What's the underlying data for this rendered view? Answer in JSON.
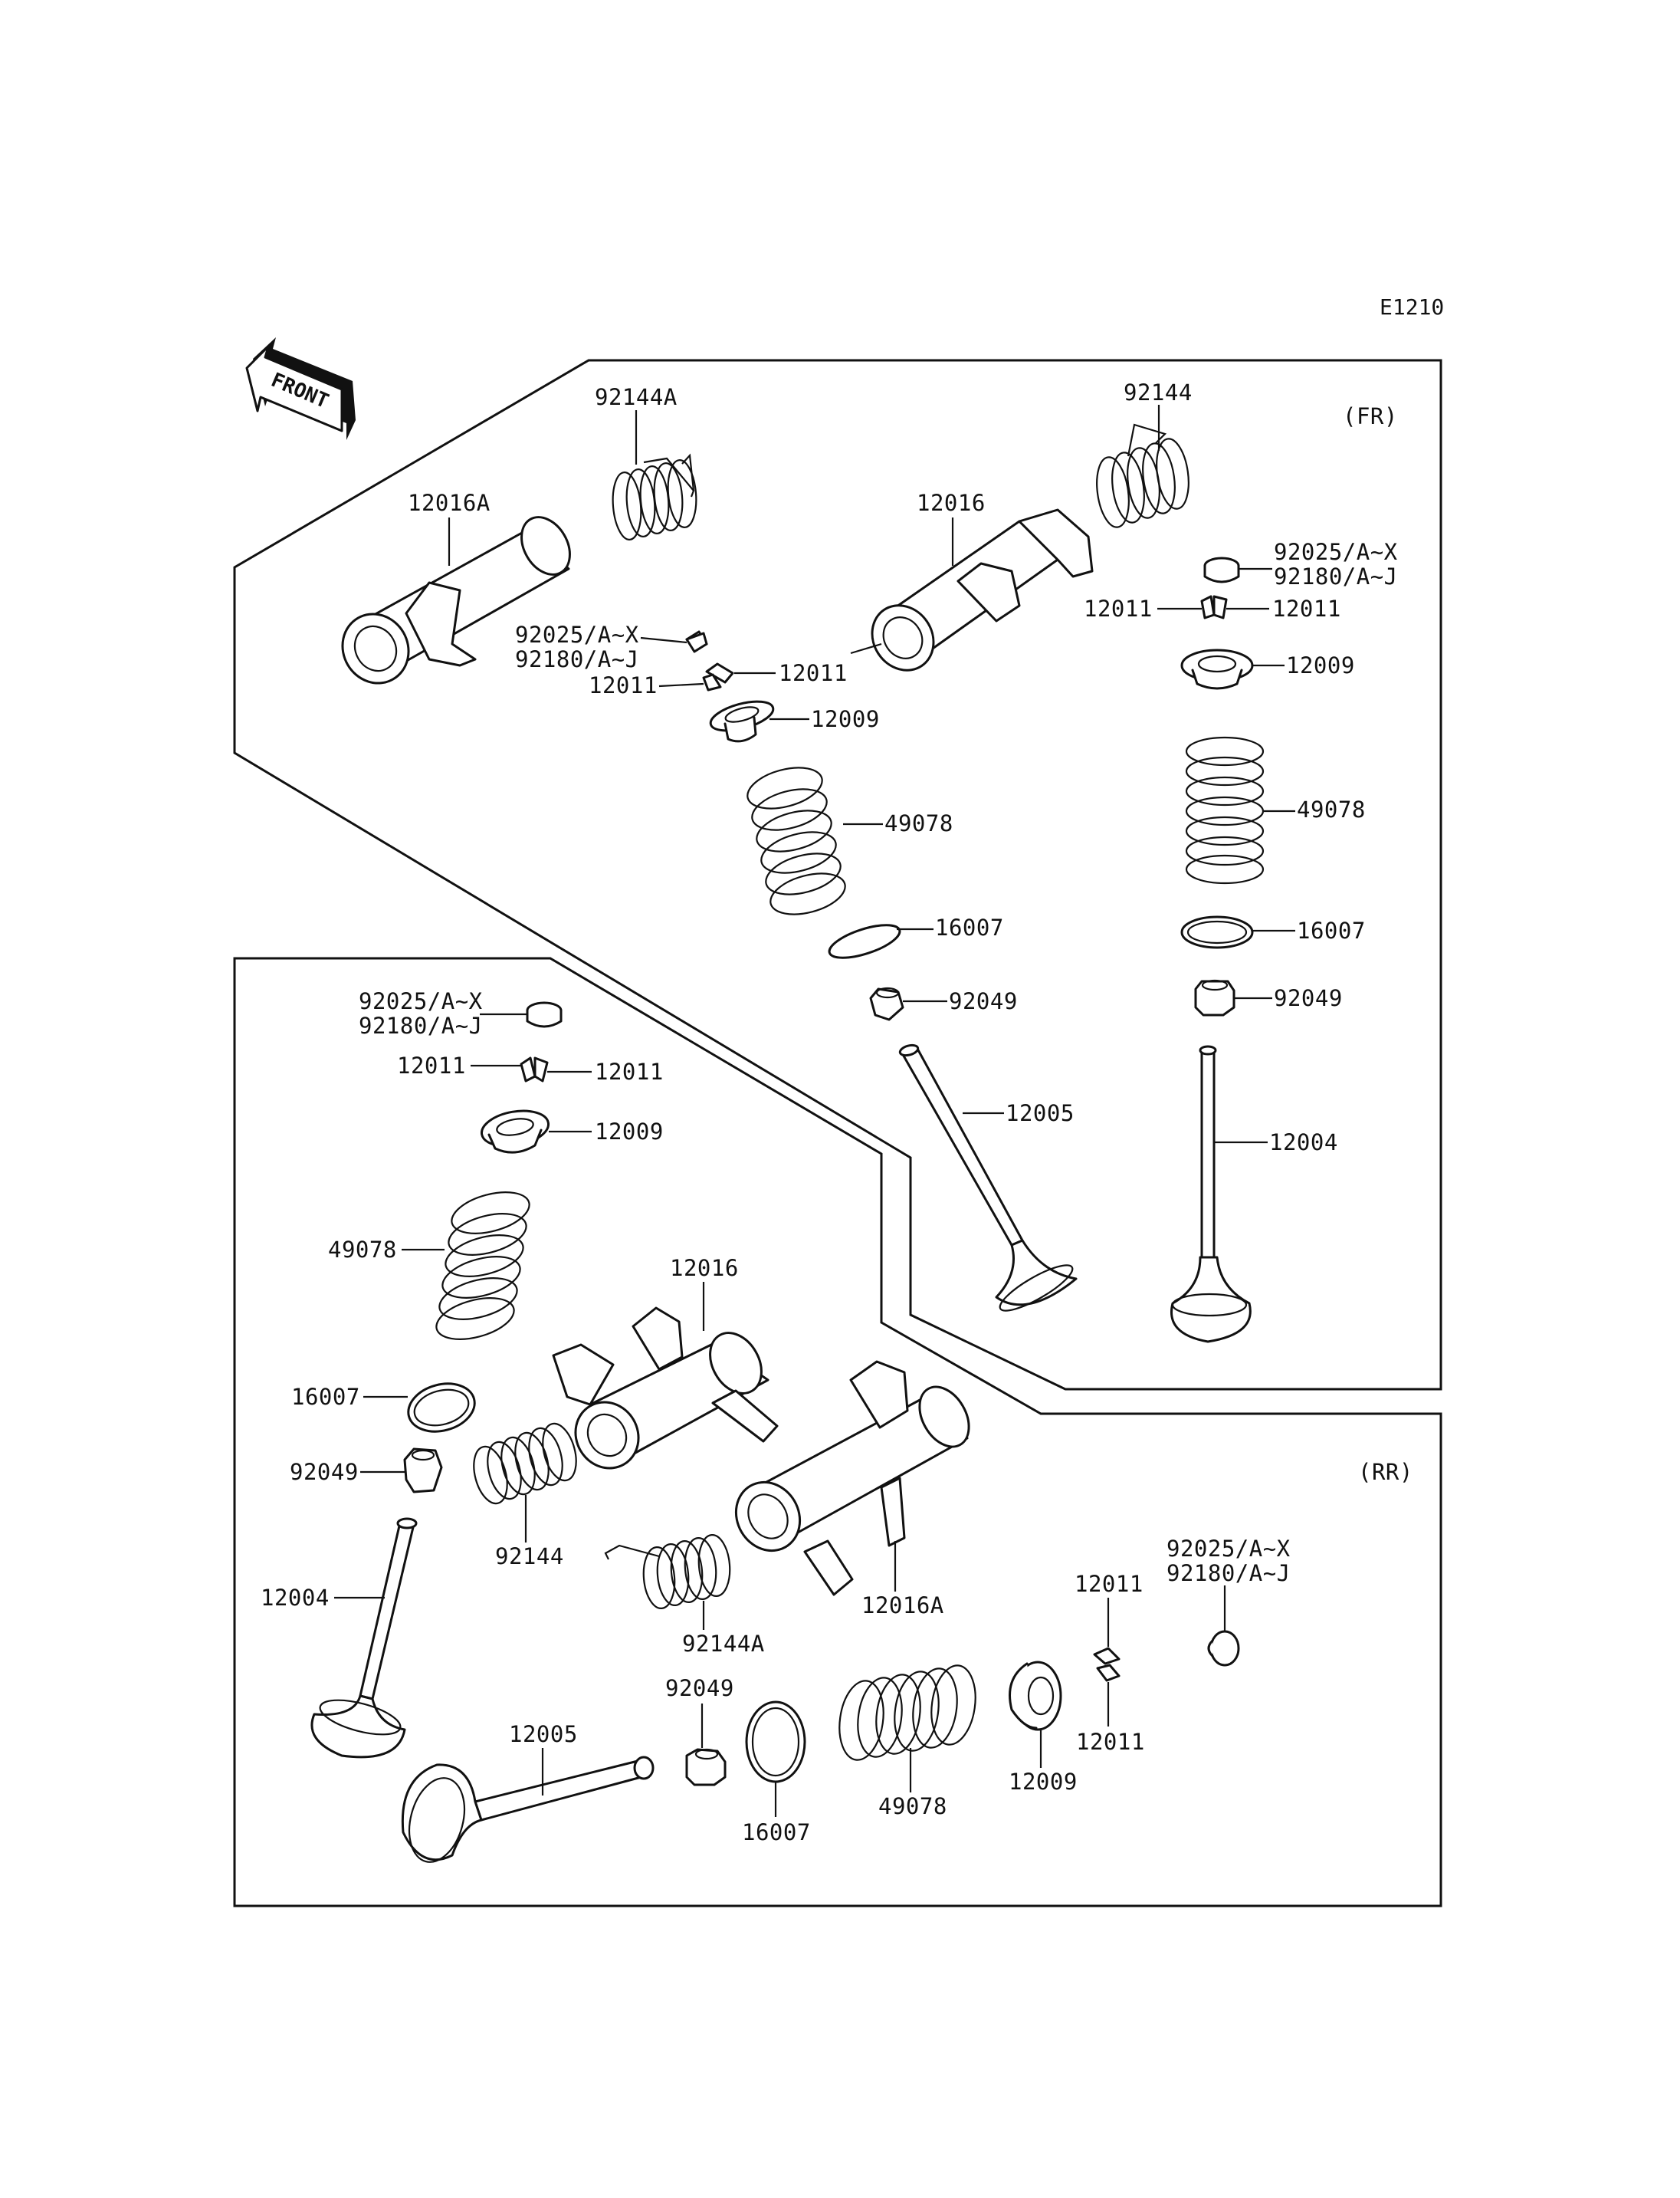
{
  "diagram_code": "E1210",
  "front_label": "FRONT",
  "section_fr_label": "(FR)",
  "section_rr_label": "(RR)",
  "fr_labels": {
    "spring_a": "92144A",
    "spring": "92144",
    "rocker_a": "12016A",
    "rocker": "12016",
    "shim_l1": "92025/A~X",
    "shim_l2": "92180/A~J",
    "shim_r1": "92025/A~X",
    "shim_r2": "92180/A~J",
    "keeper_l_right": "12011",
    "keeper_l_left": "12011",
    "keeper_r_left": "12011",
    "keeper_r_right": "12011",
    "retainer_l": "12009",
    "retainer_r": "12009",
    "valve_spring_l": "49078",
    "valve_spring_r": "49078",
    "seat_l": "16007",
    "seat_r": "16007",
    "seal_l": "92049",
    "seal_r": "92049",
    "exhaust_valve": "12005",
    "intake_valve": "12004"
  },
  "rr_labels": {
    "shim_l1": "92025/A~X",
    "shim_l2": "92180/A~J",
    "keeper_l_left": "12011",
    "keeper_l_right": "12011",
    "retainer_l": "12009",
    "valve_spring_l": "49078",
    "rocker": "12016",
    "seat_l": "16007",
    "seal_l": "92049",
    "spring": "92144",
    "spring_a": "92144A",
    "rocker_a": "12016A",
    "intake_valve": "12004",
    "exhaust_valve": "12005",
    "seal_b": "92049",
    "seat_b": "16007",
    "valve_spring_b": "49078",
    "retainer_b": "12009",
    "keeper_b_top": "12011",
    "keeper_b_bottom": "12011",
    "shim_r1": "92025/A~X",
    "shim_r2": "92180/A~J"
  }
}
